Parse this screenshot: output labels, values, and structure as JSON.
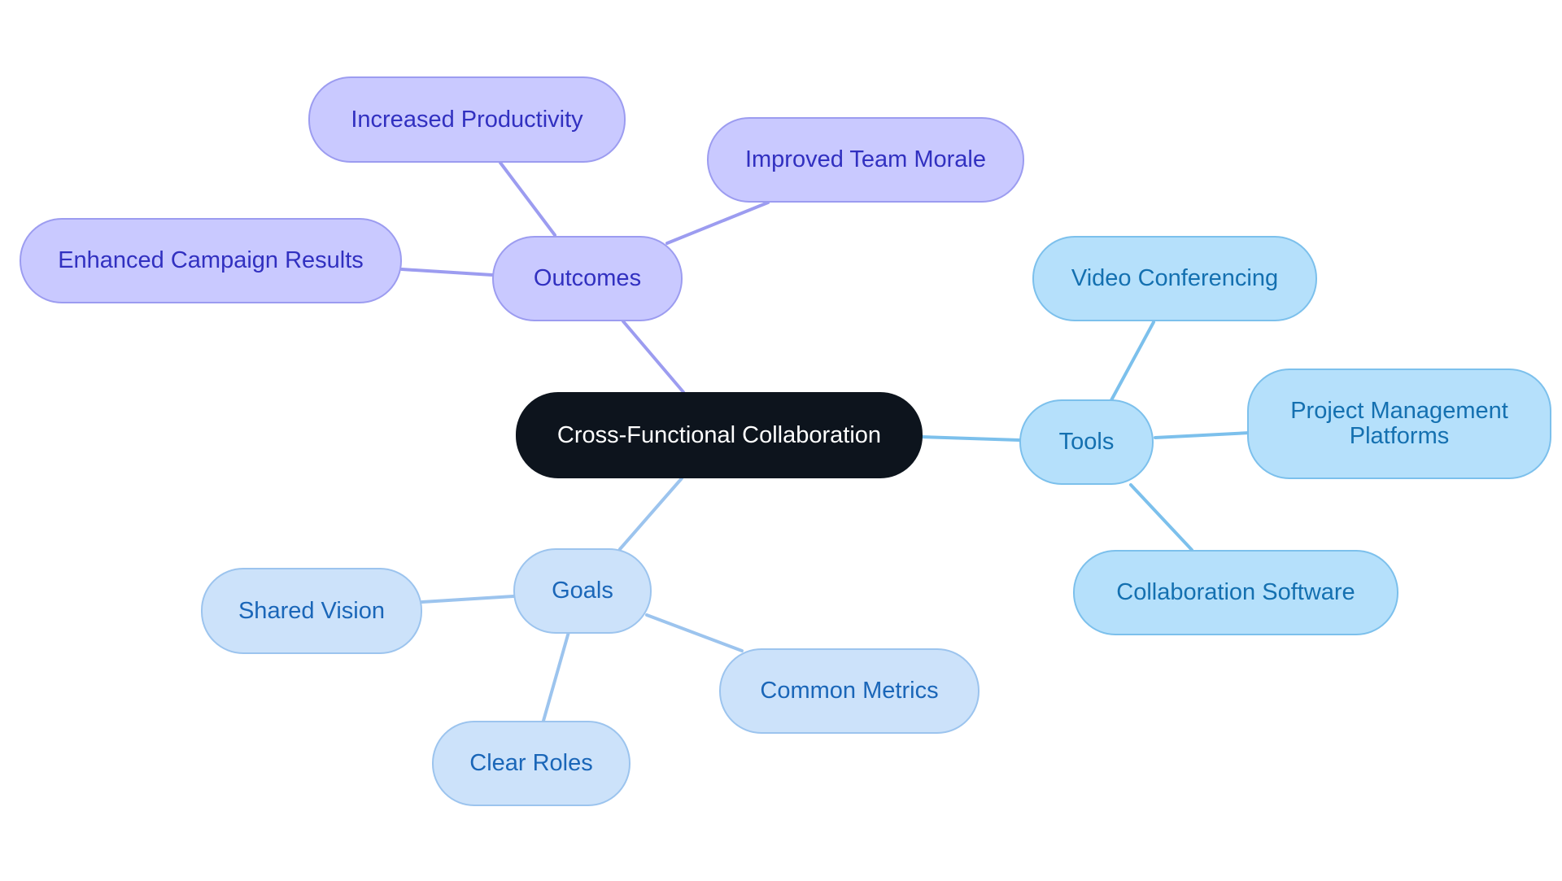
{
  "diagram": {
    "root": {
      "label": "Cross-Functional Collaboration"
    },
    "branches": {
      "outcomes": {
        "label": "Outcomes",
        "color": "#9c9cf0",
        "children": [
          {
            "label": "Increased Productivity"
          },
          {
            "label": "Improved Team Morale"
          },
          {
            "label": "Enhanced Campaign Results"
          }
        ]
      },
      "tools": {
        "label": "Tools",
        "color": "#7cc0ec",
        "children": [
          {
            "label": "Video Conferencing"
          },
          {
            "label": "Project Management\nPlatforms"
          },
          {
            "label": "Collaboration Software"
          }
        ]
      },
      "goals": {
        "label": "Goals",
        "color": "#9cc4ee",
        "children": [
          {
            "label": "Shared Vision"
          },
          {
            "label": "Common Metrics"
          },
          {
            "label": "Clear Roles"
          }
        ]
      }
    }
  }
}
